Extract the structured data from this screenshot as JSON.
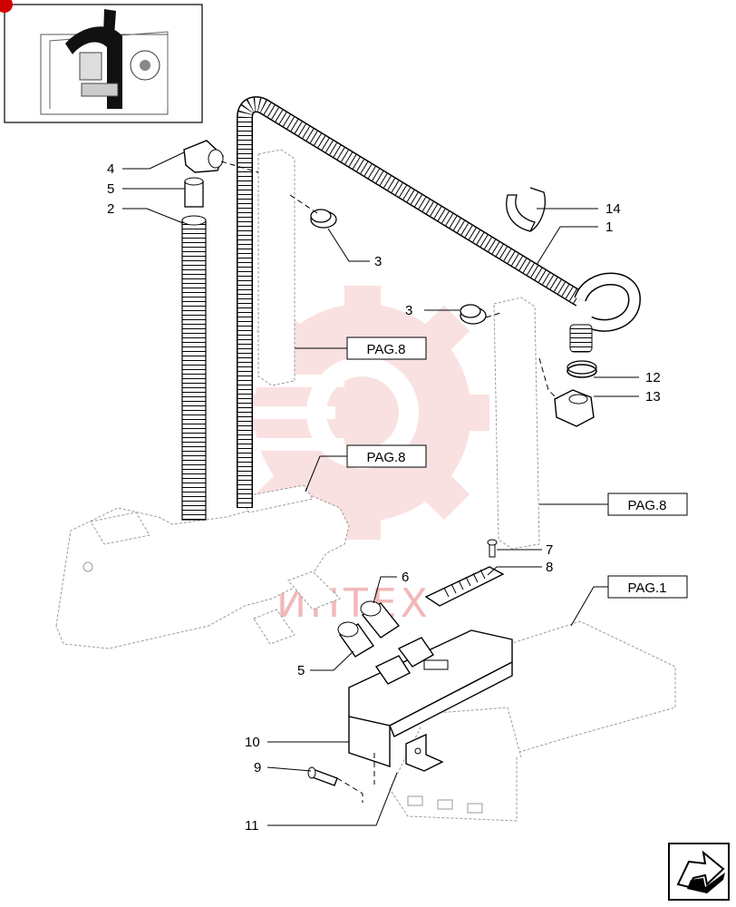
{
  "callouts": [
    "4",
    "5",
    "2",
    "3",
    "3",
    "14",
    "1",
    "12",
    "13",
    "7",
    "8",
    "6",
    "5",
    "10",
    "9",
    "11"
  ],
  "page_refs": [
    "PAG.8",
    "PAG.8",
    "PAG.8",
    "PAG.1"
  ],
  "watermark": "ИНТЕХ",
  "colors": {
    "watermark": "#f2b8b8",
    "line": "#000000",
    "ghost": "#9a9a9a"
  },
  "icons": [
    "location-thumbnail",
    "next-page-arrow-icon",
    "watermark-gear-logo"
  ]
}
